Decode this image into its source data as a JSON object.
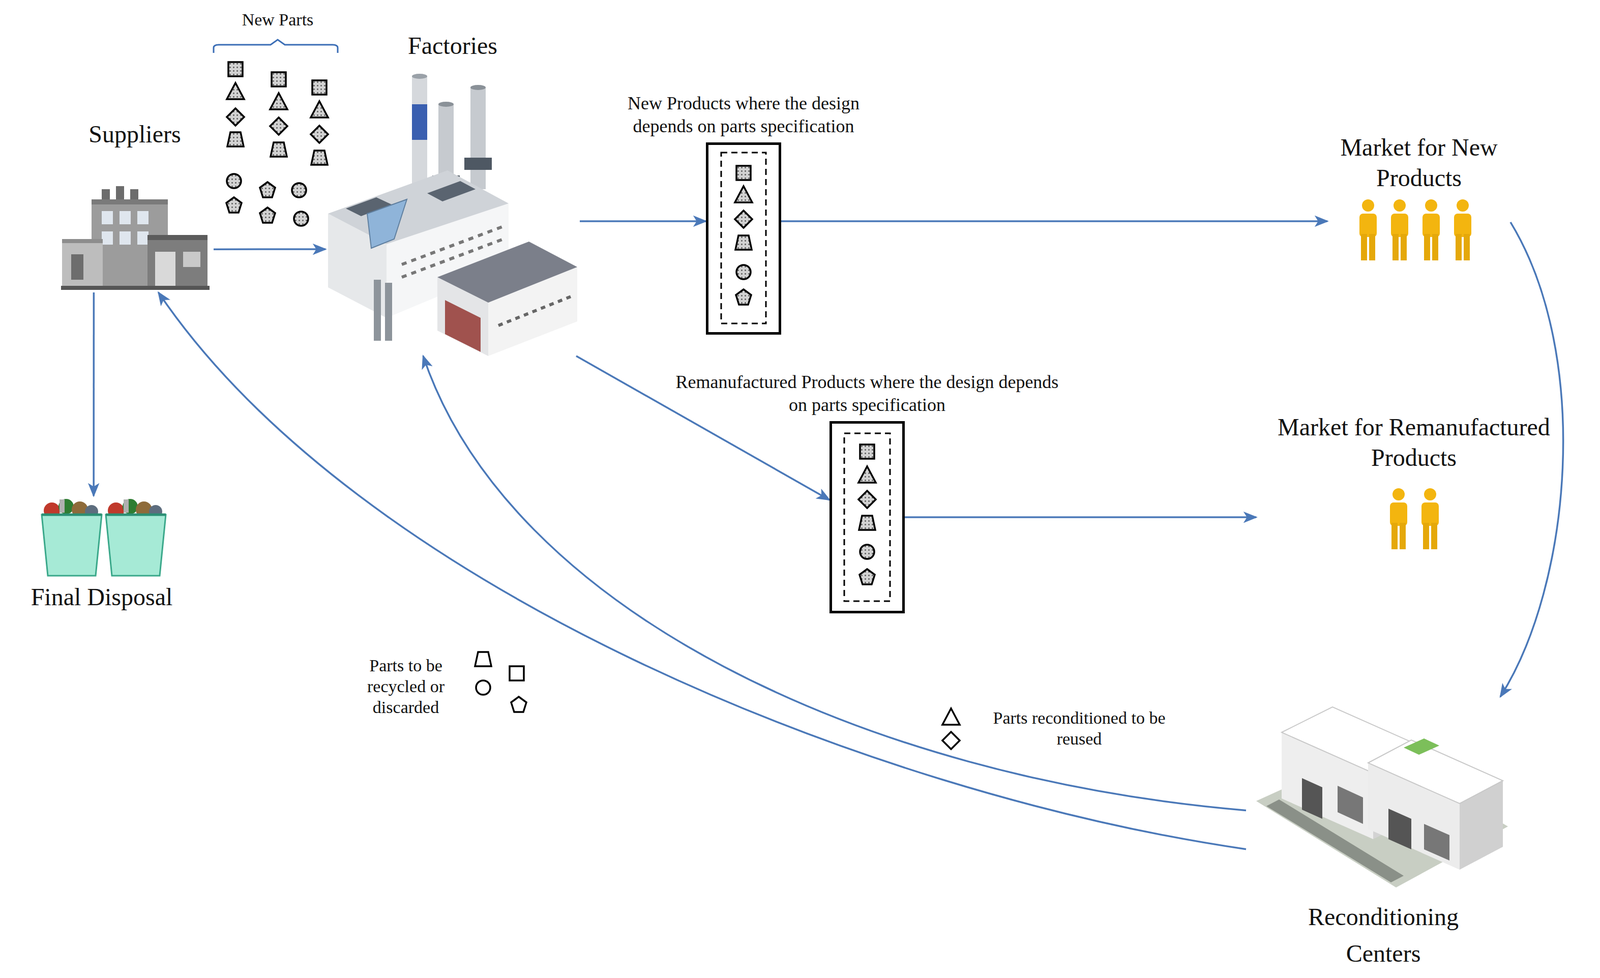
{
  "diagram": {
    "nodes": [
      {
        "text": [
          "Suppliers"
        ]
      },
      {
        "text": [
          "Factories"
        ]
      },
      {
        "text": [
          "New Products where the design depends on parts specification"
        ]
      },
      {
        "text": [
          "Market for New Products"
        ]
      },
      {
        "text": [
          "Remanufactured Products where the design depends on parts specification"
        ]
      },
      {
        "text": [
          "Market for Remanufactured Products"
        ]
      },
      {
        "text": [
          "Final Disposal"
        ]
      },
      {
        "text": [
          "Reconditioning Centers"
        ]
      }
    ],
    "edges": [
      {
        "from": 0,
        "to": 1,
        "arrow": "to"
      },
      {
        "from": 1,
        "to": 2,
        "arrow": "to"
      },
      {
        "from": 2,
        "to": 3,
        "arrow": "to"
      },
      {
        "from": 1,
        "to": 4,
        "arrow": "to"
      },
      {
        "from": 4,
        "to": 5,
        "arrow": "to"
      },
      {
        "from": 3,
        "to": 7,
        "arrow": "to"
      },
      {
        "from": 7,
        "to": 1,
        "label": "Parts reconditioned to be reused",
        "arrow": "to"
      },
      {
        "from": 7,
        "to": 0,
        "label": "Parts to be recycled or discarded",
        "arrow": "to"
      },
      {
        "from": 0,
        "to": 6,
        "arrow": "to"
      }
    ],
    "labels": [
      "New Parts"
    ]
  }
}
